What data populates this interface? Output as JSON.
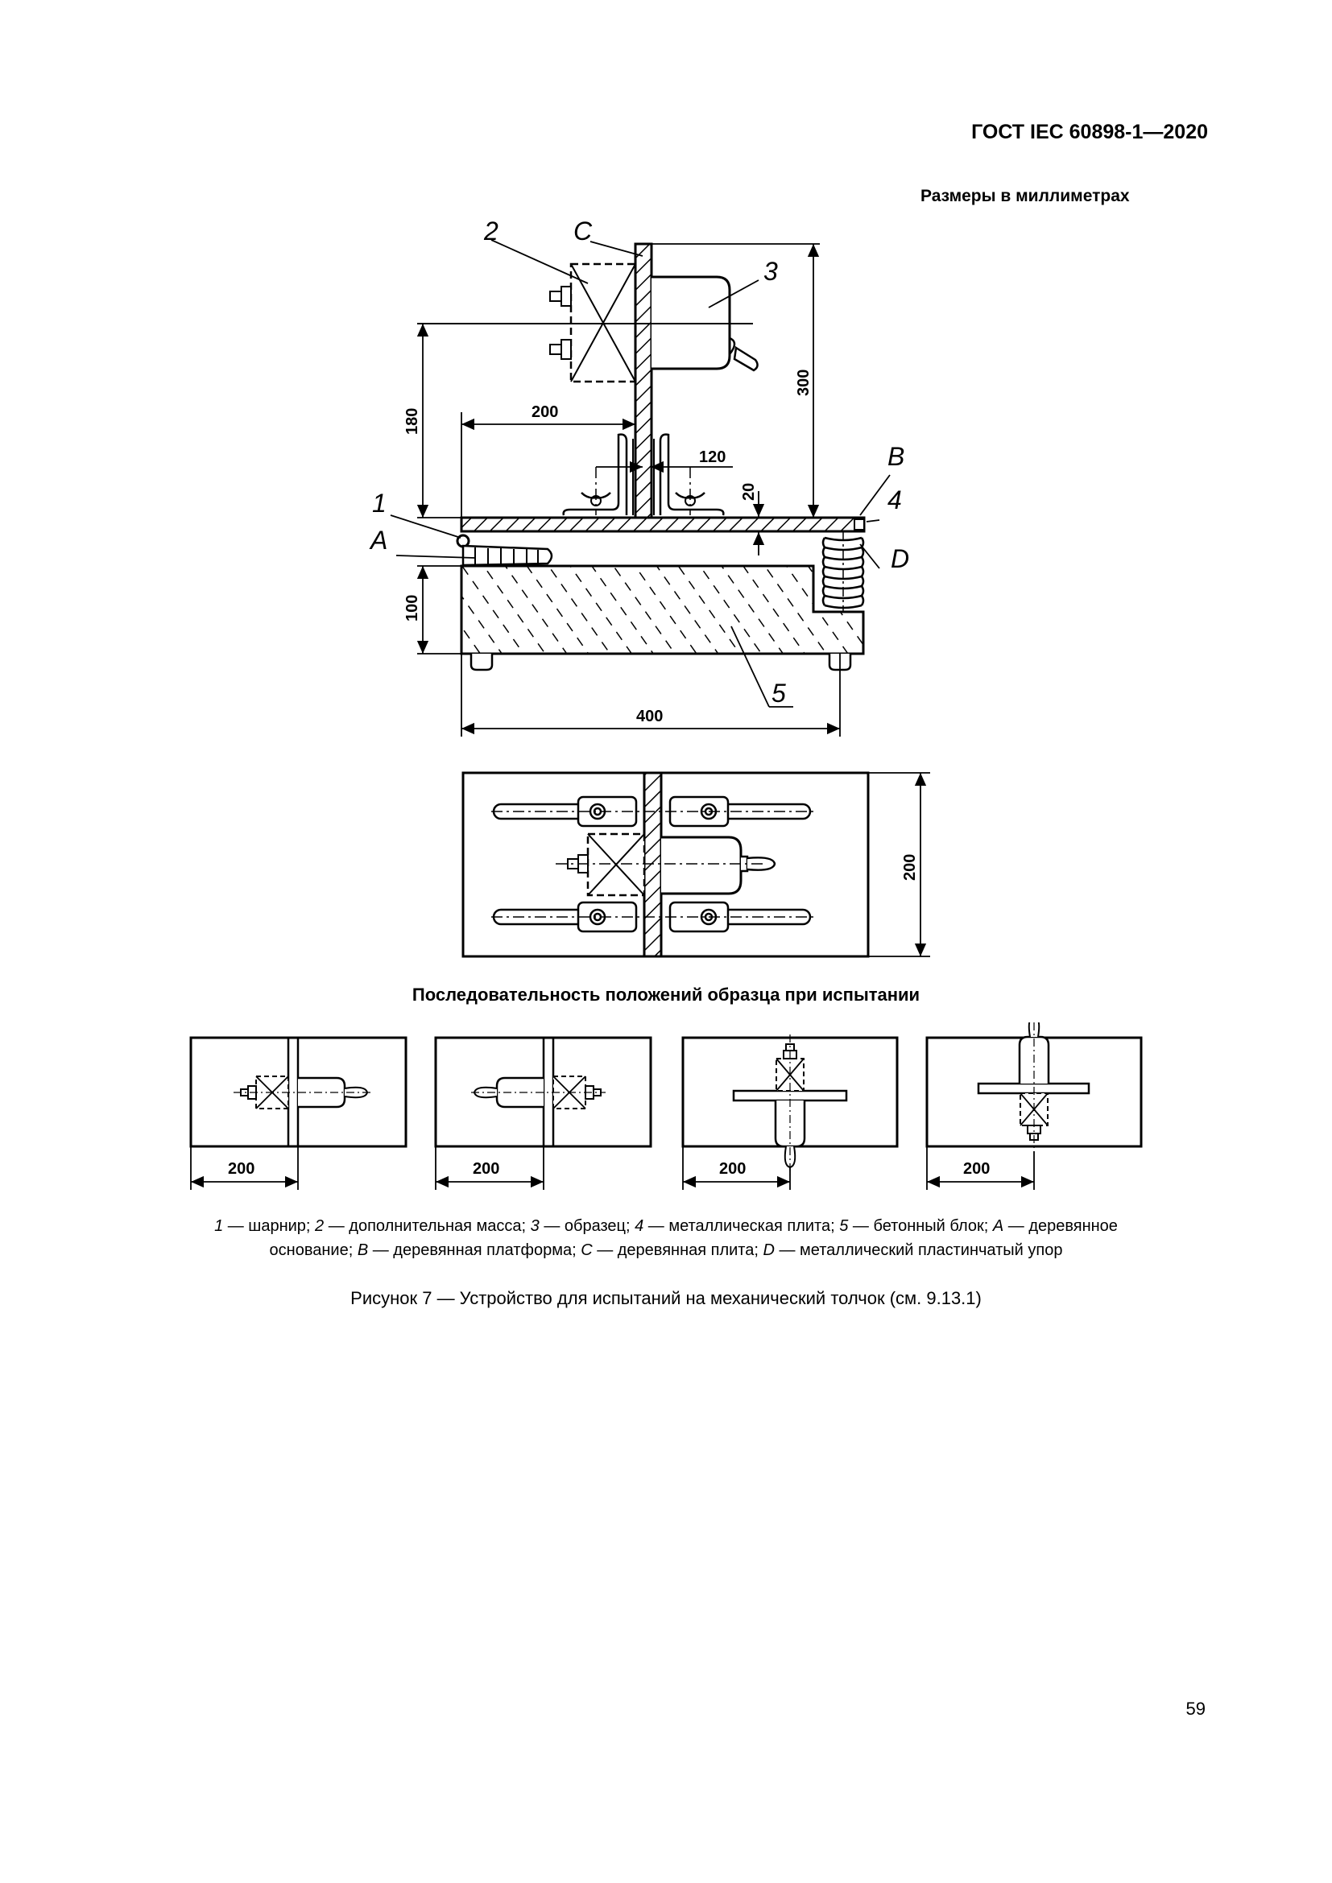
{
  "header": {
    "standard": "ГОСТ IEC 60898-1—2020"
  },
  "units_note": "Размеры в миллиметрах",
  "main_drawing": {
    "labels": {
      "n1": "1",
      "n2": "2",
      "n3": "3",
      "n4": "4",
      "n5": "5",
      "A": "A",
      "B": "B",
      "C": "C",
      "D": "D"
    },
    "dims": {
      "d180": "180",
      "d200": "200",
      "d120": "120",
      "d20": "20",
      "d300": "300",
      "d100": "100",
      "d400": "400"
    }
  },
  "plan_view": {
    "dims": {
      "d200": "200"
    }
  },
  "sequence": {
    "title": "Последовательность положений образца при испытании",
    "dims": [
      "200",
      "200",
      "200",
      "200"
    ]
  },
  "legend": {
    "line1": [
      {
        "n": "1",
        "t": " — шарнир; "
      },
      {
        "n": "2",
        "t": " — дополнительная масса; "
      },
      {
        "n": "3",
        "t": " — образец; "
      },
      {
        "n": "4",
        "t": " — металлическая плита; "
      },
      {
        "n": "5",
        "t": " — бетонный блок; "
      },
      {
        "n": "A",
        "t": " — деревянное"
      }
    ],
    "line2": [
      {
        "n": "",
        "t": "основание; "
      },
      {
        "n": "B",
        "t": " — деревянная платформа; "
      },
      {
        "n": "C",
        "t": " — деревянная плита; "
      },
      {
        "n": "D",
        "t": " — металлический пластинчатый упор"
      }
    ]
  },
  "caption": "Рисунок 7 — Устройство для испытаний на механический толчок (см. 9.13.1)",
  "page_number": "59"
}
